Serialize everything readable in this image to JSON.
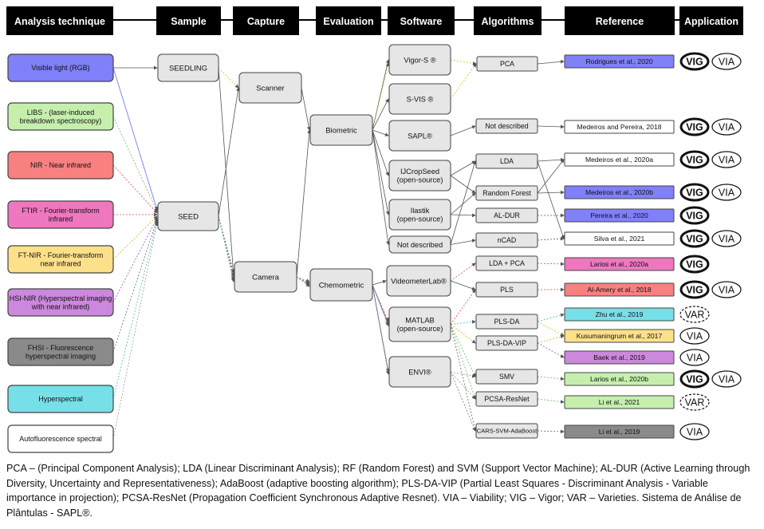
{
  "headers": {
    "technique": "Analysis technique",
    "sample": "Sample",
    "capture": "Capture",
    "evaluation": "Evaluation",
    "software": "Software",
    "algorithms": "Algorithms",
    "reference": "Reference",
    "application": "Application"
  },
  "techniques": [
    {
      "key": "rgb",
      "label": "Visible light (RGB)",
      "color": "#8080f8"
    },
    {
      "key": "libs",
      "label": "LIBS - (laser-induced breakdown spectroscopy)",
      "color": "#c6efae"
    },
    {
      "key": "nir",
      "label": "NIR - Near infrared",
      "color": "#f88080"
    },
    {
      "key": "ftir",
      "label": "FTIR - Fourier-transform infrared",
      "color": "#ee77c0"
    },
    {
      "key": "ftnir",
      "label": "FT-NIR - Fourier-transform near infrared",
      "color": "#fde08a"
    },
    {
      "key": "hsinir",
      "label": "HSI-NIR (Hyperspectral imaging with near infrared)",
      "color": "#cc88dd"
    },
    {
      "key": "fhsi",
      "label": "FHSI - Fluorescence hyperspectral imaging",
      "color": "#8a8a8a"
    },
    {
      "key": "hyper",
      "label": "Hyperspectral",
      "color": "#77dfe8"
    },
    {
      "key": "auto",
      "label": "Autofluorescence spectral",
      "color": "#ffffff"
    }
  ],
  "samples": [
    {
      "key": "seedling",
      "label": "SEEDLING"
    },
    {
      "key": "seed",
      "label": "SEED"
    }
  ],
  "capture": [
    {
      "key": "scanner",
      "label": "Scanner"
    },
    {
      "key": "camera",
      "label": "Camera"
    }
  ],
  "evaluation": [
    {
      "key": "biometric",
      "label": "Biometric"
    },
    {
      "key": "chemometric",
      "label": "Chemometric"
    }
  ],
  "software": [
    {
      "key": "vigors",
      "label": "Vigor-S ®"
    },
    {
      "key": "svis",
      "label": "S-VIS ®"
    },
    {
      "key": "sapl",
      "label": "SAPL®"
    },
    {
      "key": "ijcrop",
      "label": "IJCropSeed (open-source)"
    },
    {
      "key": "ilastik",
      "label": "Ilastik (open-source)"
    },
    {
      "key": "swnd",
      "label": "Not described"
    },
    {
      "key": "videometer",
      "label": "VideometerLab®"
    },
    {
      "key": "matlab",
      "label": "MATLAB (open-source)"
    },
    {
      "key": "envi",
      "label": "ENVI®"
    }
  ],
  "algorithms": [
    {
      "key": "pca",
      "label": "PCA"
    },
    {
      "key": "algnd",
      "label": "Not described"
    },
    {
      "key": "lda",
      "label": "LDA"
    },
    {
      "key": "rf",
      "label": "Random Forest"
    },
    {
      "key": "aldur",
      "label": "AL-DUR"
    },
    {
      "key": "ncad",
      "label": "nCAD"
    },
    {
      "key": "ldapca",
      "label": "LDA + PCA"
    },
    {
      "key": "pls",
      "label": "PLS"
    },
    {
      "key": "plsda",
      "label": "PLS-DA"
    },
    {
      "key": "plsdavip",
      "label": "PLS-DA-VIP"
    },
    {
      "key": "smv",
      "label": "SMV"
    },
    {
      "key": "pcsa",
      "label": "PCSA-ResNet"
    },
    {
      "key": "cars",
      "label": "CARS-SVM-AdaBoost"
    }
  ],
  "references": [
    {
      "key": "rod",
      "label": "Rodrigues et al., 2020",
      "color": "#8080f8",
      "apps": [
        "VIG",
        "VIA"
      ]
    },
    {
      "key": "mp",
      "label": "Medeiros and Pereira, 2018",
      "color": "#ffffff",
      "apps": [
        "VIG",
        "VIA"
      ]
    },
    {
      "key": "m20a",
      "label": "Medeiros et al., 2020a",
      "color": "#ffffff",
      "apps": [
        "VIG",
        "VIA"
      ]
    },
    {
      "key": "m20b",
      "label": "Medeiros et al., 2020b",
      "color": "#8080f8",
      "apps": [
        "VIG",
        "VIA"
      ]
    },
    {
      "key": "per",
      "label": "Pereira et al., 2020",
      "color": "#8080f8",
      "apps": [
        "VIG"
      ]
    },
    {
      "key": "silva",
      "label": "Silva et al., 2021",
      "color": "#ffffff",
      "apps": [
        "VIG",
        "VIA"
      ]
    },
    {
      "key": "l20a",
      "label": "Larios et al., 2020a",
      "color": "#ee77c0",
      "apps": [
        "VIG"
      ]
    },
    {
      "key": "alam",
      "label": "Al-Amery et al., 2018",
      "color": "#f88080",
      "apps": [
        "VIG",
        "VIA"
      ]
    },
    {
      "key": "zhu",
      "label": "Zhu et al., 2019",
      "color": "#77dfe8",
      "apps": [
        "VAR"
      ]
    },
    {
      "key": "kus",
      "label": "Kusumaningrum et al., 2017",
      "color": "#fde08a",
      "apps": [
        "VIA"
      ]
    },
    {
      "key": "baek",
      "label": "Baek et al., 2019",
      "color": "#cc88dd",
      "apps": [
        "VIA"
      ]
    },
    {
      "key": "l20b",
      "label": "Larios et al., 2020b",
      "color": "#c6efae",
      "apps": [
        "VIG",
        "VIA"
      ]
    },
    {
      "key": "li21",
      "label": "Li et al., 2021",
      "color": "#c6efae",
      "apps": [
        "VAR"
      ]
    },
    {
      "key": "li19",
      "label": "Li et al., 2019",
      "color": "#8a8a8a",
      "apps": [
        "VIA"
      ]
    }
  ],
  "legend": "PCA – (Principal Component Analysis); LDA (Linear Discriminant Analysis); RF (Random Forest) and SVM (Support Vector Machine); AL-DUR (Active Learning through Diversity, Uncertainty and Representativeness); AdaBoost (adaptive boosting algorithm); PLS-DA-VIP (Partial Least Squares - Discriminant Analysis - Variable importance in projection); PCSA-ResNet (Propagation Coefficient Synchronous Adaptive Resnet). VIA – Viability; VIG – Vigor; VAR – Varieties. Sistema de Análise de Plântulas - SAPL®."
}
